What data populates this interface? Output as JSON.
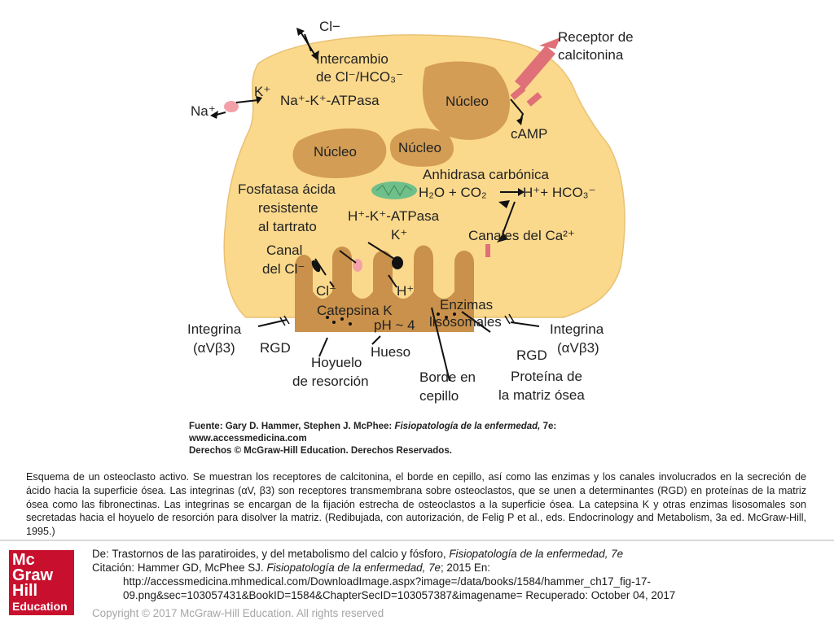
{
  "figure": {
    "labels": {
      "cl_top": "Cl−",
      "exchange_1": "Intercambio",
      "exchange_2": "de Cl⁻/HCO₃⁻",
      "calcitonin_1": "Receptor de",
      "calcitonin_2": "calcitonina",
      "k_top": "K⁺",
      "na": "Na⁺",
      "na_k_atpase": "Na⁺-K⁺-ATPasa",
      "nucleus_right": "Núcleo",
      "camp": "cAMP",
      "nucleus_left": "Núcleo",
      "nucleus_center": "Núcleo",
      "carbonic_anhydrase": "Anhidrasa carbónica",
      "reaction_left": "H₂O + CO₂",
      "reaction_right": "H⁺+ HCO₃⁻",
      "phosphatase_1": "Fosfatasa ácida",
      "phosphatase_2": "resistente",
      "phosphatase_3": "al tartrato",
      "h_k_atpase": "H⁺-K⁺-ATPasa",
      "k_middle": "K⁺",
      "ca_channels": "Canales del Ca²⁺",
      "cl_channel_1": "Canal",
      "cl_channel_2": "del Cl⁻",
      "cl_bottom": "Cl⁻",
      "h_bottom": "H⁺",
      "cathepsin": "Catepsina K",
      "ph": "pH ~ 4",
      "enzymes_1": "Enzimas",
      "enzymes_2": "lisosomales",
      "integrin_left_1": "Integrina",
      "integrin_left_2": "(αVβ3)",
      "rgd_left": "RGD",
      "integrin_right_1": "Integrina",
      "integrin_right_2": "(αVβ3)",
      "rgd_right": "RGD",
      "bone": "Hueso",
      "pit_1": "Hoyuelo",
      "pit_2": "de resorción",
      "brush_1": "Borde en",
      "brush_2": "cepillo",
      "matrix_1": "Proteína de",
      "matrix_2": "la matriz ósea"
    },
    "source_line_1_prefix": "Fuente: Gary D. Hammer, Stephen J. McPhee: ",
    "source_line_1_title": "Fisiopatología de la enfermedad,",
    "source_line_1_suffix": " 7e:",
    "source_line_2": "www.accessmedicina.com",
    "source_line_3": "Derechos © McGraw-Hill Education. Derechos Reservados."
  },
  "caption": "Esquema de un osteoclasto activo. Se muestran los receptores de calcitonina, el borde en cepillo, así como las enzimas y los canales involucrados en la secreción de ácido hacia la superficie ósea. Las integrinas (αV, β3) son receptores transmembrana sobre osteoclastos, que se unen a determinantes (RGD) en proteínas de la matriz ósea como las fibronectinas. Las integrinas se encargan de la fijación estrecha de osteoclastos a la superficie ósea. La catepsina K y otras enzimas lisosomales son secretadas hacia el hoyuelo de resorción para disolver la matriz. (Redibujada, con autorización, de Felig P et al., eds. Endocrinology and Metabolism, 3a ed. McGraw-Hill, 1995.)",
  "logo": {
    "line1": "Mc",
    "line2": "Graw",
    "line3": "Hill",
    "line4": "Education"
  },
  "refs": {
    "from_prefix": "De: Trastornos de las paratiroides, y del metabolismo del calcio y fósforo, ",
    "from_title": "Fisiopatología de la enfermedad, 7e",
    "citation_prefix": "Citación: Hammer GD, McPhee SJ. ",
    "citation_title": "Fisiopatología de la enfermedad, 7e",
    "citation_suffix": "; 2015 En:",
    "url_line_1": "http://accessmedicina.mhmedical.com/DownloadImage.aspx?image=/data/books/1584/hammer_ch17_fig-17-",
    "url_line_2": "09.png&sec=103057431&BookID=1584&ChapterSecID=103057387&imagename= Recuperado: October 04, 2017"
  },
  "copyright": "Copyright © 2017 McGraw-Hill Education. All rights reserved",
  "colors": {
    "cell": "#fbd98c",
    "nucleus": "#d39d55",
    "bone": "#c9914b",
    "receptor": "#e07078",
    "brand": "#c8102e"
  }
}
